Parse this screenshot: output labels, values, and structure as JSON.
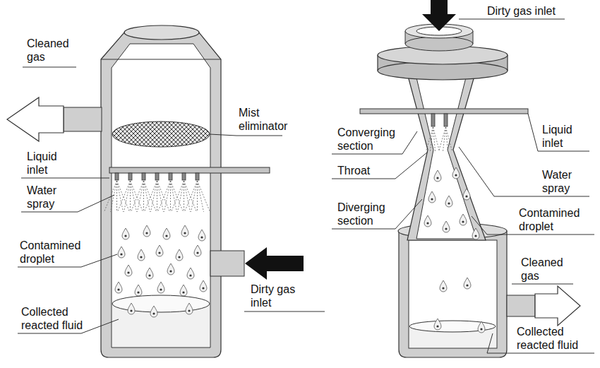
{
  "diagram": {
    "labels": [
      "Cleaned gas",
      "Mist eliminator",
      "Liquid inlet",
      "Water spray",
      "Contamined droplet",
      "Dirty gas inlet",
      "Collected reacted fluid",
      "Dirty gas inlet",
      "Converging section",
      "Liquid inlet",
      "Throat",
      "Water spray",
      "Diverging section",
      "Contamined droplet",
      "Cleaned gas",
      "Collected reacted fluid"
    ]
  }
}
